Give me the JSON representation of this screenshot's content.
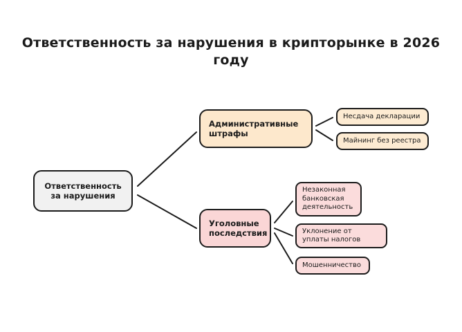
{
  "title": "Ответственность за нарушения в крипторынке в 2026 году",
  "root": {
    "label": "Ответственность за нарушения"
  },
  "branches": [
    {
      "label": "Административные штрафы",
      "color": "#fde8cc",
      "children": [
        "Несдача декларации",
        "Майнинг без реестра"
      ]
    },
    {
      "label": "Уголовные последствия",
      "color": "#fad6d6",
      "children": [
        "Незаконная банковская деятельность",
        "Уклонение от уплаты налогов",
        "Мошенничество"
      ]
    }
  ]
}
